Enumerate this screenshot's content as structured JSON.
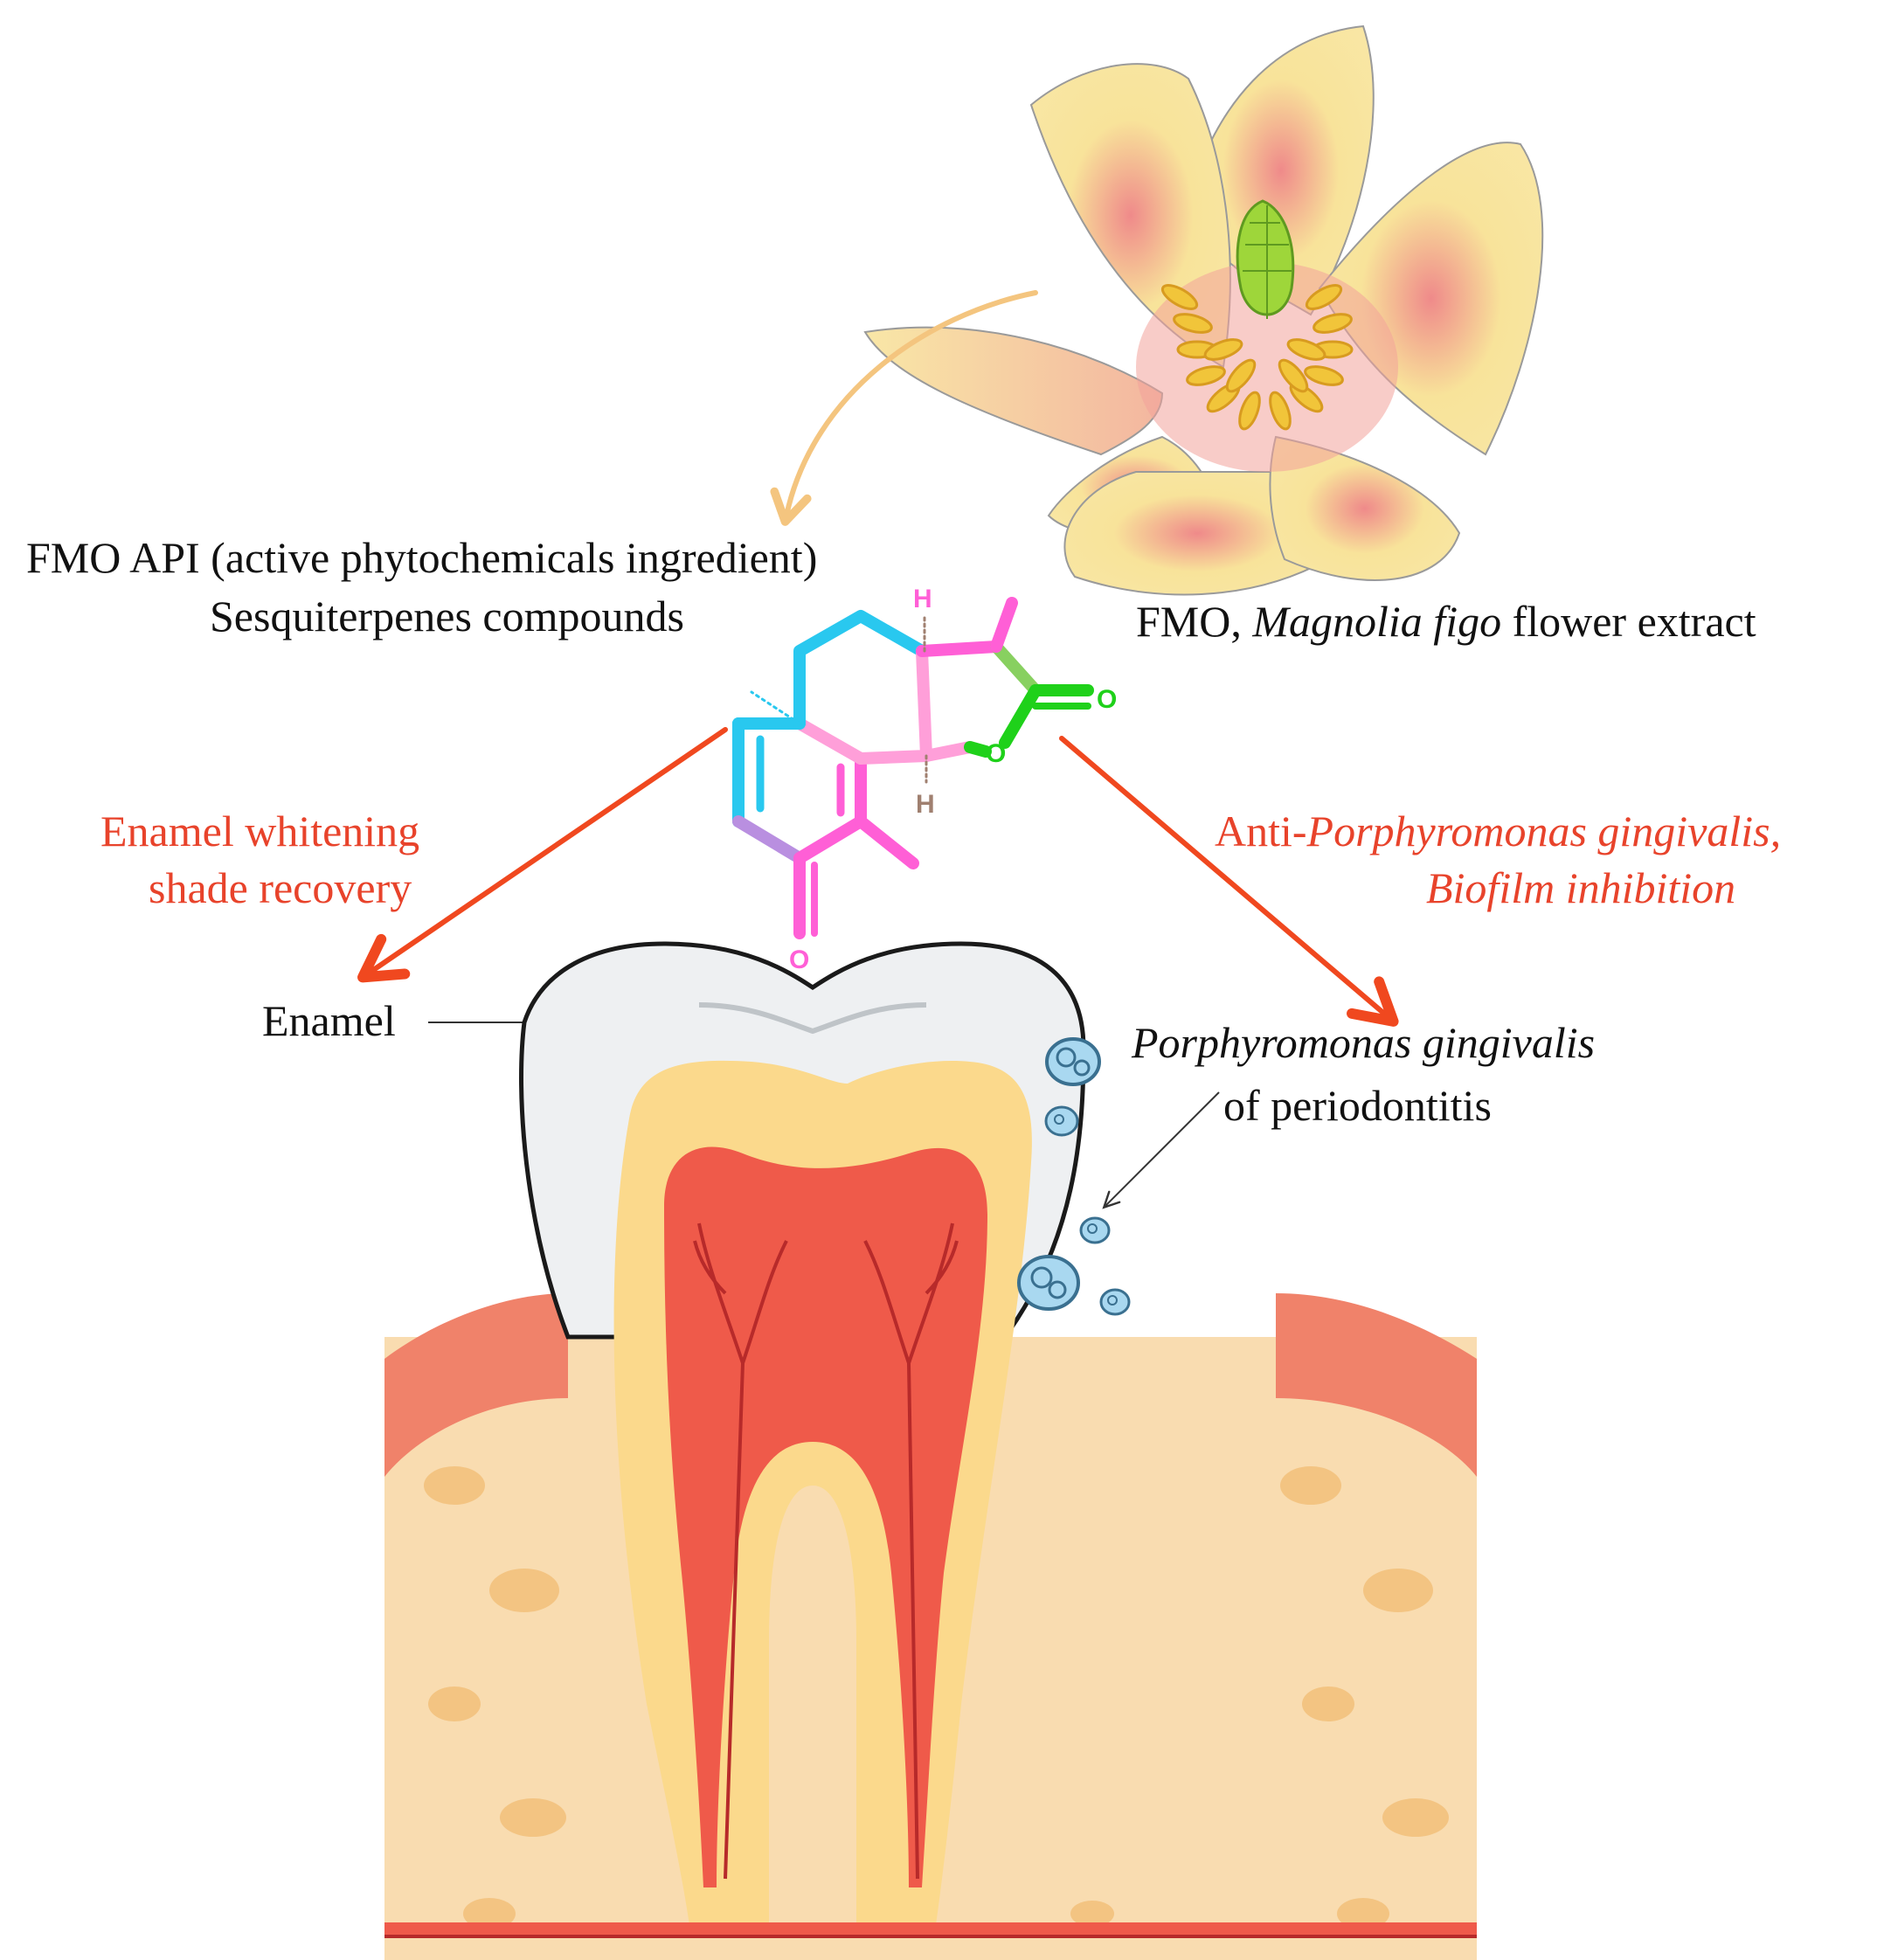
{
  "labels": {
    "fmo_api": "FMO API (active phytochemicals ingredient)",
    "sesquiterpenes": "Sesquiterpenes compounds",
    "flower_prefix": "FMO, ",
    "flower_species": "Magnolia figo",
    "flower_suffix": " flower extract",
    "enamel_whitening": "Enamel whitening",
    "shade_recovery": "shade recovery",
    "anti_prefix": "Anti-",
    "anti_species": "Porphyromonas gingivalis,",
    "biofilm": "Biofilm inhibition",
    "enamel": "Enamel",
    "pathogen": "Porphyromonas gingivalis",
    "periodontitis": "of periodontitis"
  },
  "molecule": {
    "atom_h_top": "H",
    "atom_h_bottom": "H",
    "atom_o_carbonyl_right": "O",
    "atom_o_ring": "O",
    "atom_o_ketone": "O"
  },
  "colors": {
    "effect_text": "#e8432b",
    "effect_arrow": "#f0481f",
    "bond_cyan": "#29c8ef",
    "bond_magenta": "#ff5fd6",
    "bond_green": "#1fd11a",
    "petal": "#f8e39a",
    "petal_blush": "#ef8a8a",
    "stamen": "#f1c53a",
    "gynoecium": "#9ed63a",
    "enamel": "#eef0f2",
    "dentin": "#fbd98c",
    "pulp": "#ef5a4a",
    "gum": "#f0826a",
    "bone": "#f9dcb0",
    "bacteria": "#a9d8f0"
  }
}
